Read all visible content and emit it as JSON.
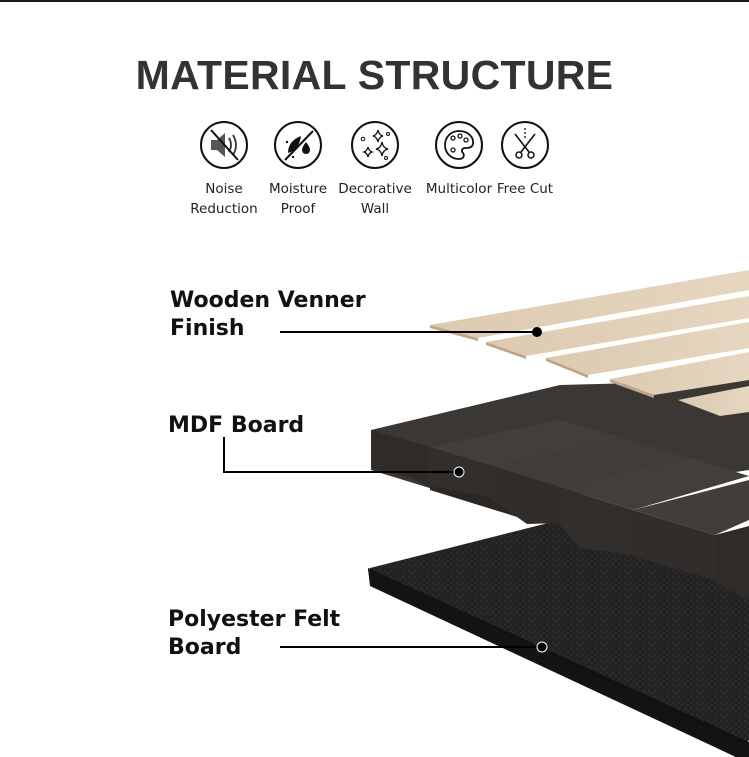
{
  "title": "MATERIAL STRUCTURE",
  "features": [
    {
      "icon": "noise-reduction-icon",
      "label_line1": "Noise",
      "label_line2": "Reduction"
    },
    {
      "icon": "moisture-proof-icon",
      "label_line1": "Moisture",
      "label_line2": "Proof"
    },
    {
      "icon": "decorative-wall-icon",
      "label_line1": "Decorative",
      "label_line2": "Wall"
    },
    {
      "icon": "multicolor-palette-icon",
      "label_line1": "Multicolor",
      "label_line2": ""
    },
    {
      "icon": "free-cut-scissors-icon",
      "label_line1": "Free Cut",
      "label_line2": ""
    }
  ],
  "layers": [
    {
      "name": "wooden-veneer",
      "label_line1": "Wooden Venner",
      "label_line2": "Finish",
      "color": "#d9c3a8"
    },
    {
      "name": "mdf-board",
      "label_line1": "MDF Board",
      "label_line2": "",
      "color": "#3a3634"
    },
    {
      "name": "polyester-felt-board",
      "label_line1": "Polyester Felt",
      "label_line2": "Board",
      "color": "#1c1c1c"
    }
  ],
  "colors": {
    "title": "#333333",
    "text": "#111111",
    "veneer": "#d9c3a8",
    "veneer_edge": "#bfa688",
    "mdf_top": "#3d3937",
    "mdf_side": "#2c2927",
    "felt_top": "#242424",
    "felt_side": "#111111",
    "leader": "#000000"
  }
}
